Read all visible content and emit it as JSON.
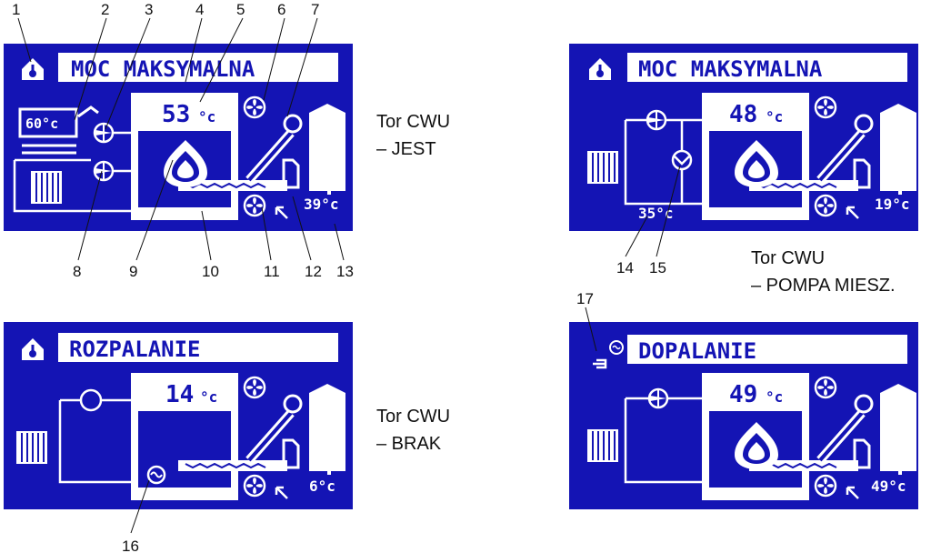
{
  "screens": [
    {
      "title": "MOC MAKSYMALNA",
      "boiler_temp": "53",
      "unit": "°c",
      "hot_water_temp": "60°c",
      "feeder_temp": "39°c"
    },
    {
      "title": "MOC MAKSYMALNA",
      "boiler_temp": "48",
      "unit": "°c",
      "mix_temp": "35°c",
      "feeder_temp": "19°c"
    },
    {
      "title": "ROZPALANIE",
      "boiler_temp": "14",
      "unit": "°c",
      "feeder_temp": "6°c"
    },
    {
      "title": "DOPALANIE",
      "boiler_temp": "49",
      "unit": "°c",
      "feeder_temp": "49°c"
    }
  ],
  "captions": [
    {
      "line1": "Tor CWU",
      "line2": "– JEST"
    },
    {
      "line1": "Tor CWU",
      "line2": "– POMPA MIESZ."
    },
    {
      "line1": "Tor CWU",
      "line2": "– BRAK"
    }
  ],
  "callouts": [
    "1",
    "2",
    "3",
    "4",
    "5",
    "6",
    "7",
    "8",
    "9",
    "10",
    "11",
    "12",
    "13",
    "14",
    "15",
    "16",
    "17"
  ],
  "colors": {
    "lcd_background": "#1414b4",
    "lcd_foreground": "#ffffff"
  }
}
